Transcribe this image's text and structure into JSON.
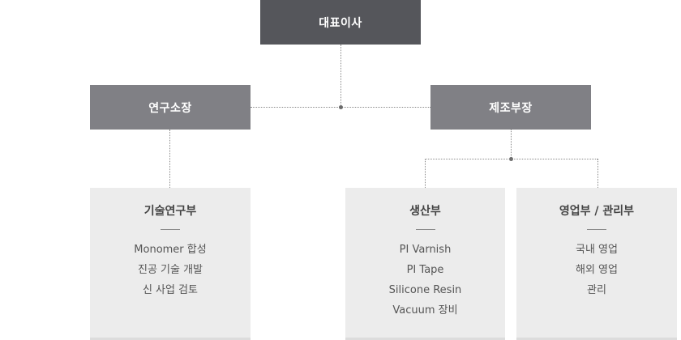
{
  "ceo": {
    "label": "대표이사"
  },
  "research_head": {
    "label": "연구소장"
  },
  "manufacturing_head": {
    "label": "제조부장"
  },
  "departments": [
    {
      "title": "기술연구부",
      "items": [
        "Monomer 합성",
        "진공 기술 개발",
        "신 사업 검토"
      ]
    },
    {
      "title": "생산부",
      "items": [
        "PI Varnish",
        "PI Tape",
        "Silicone Resin",
        "Vacuum 장비"
      ]
    },
    {
      "title": "영업부 / 관리부",
      "items": [
        "국내 영업",
        "해외 영업",
        "관리"
      ]
    }
  ]
}
